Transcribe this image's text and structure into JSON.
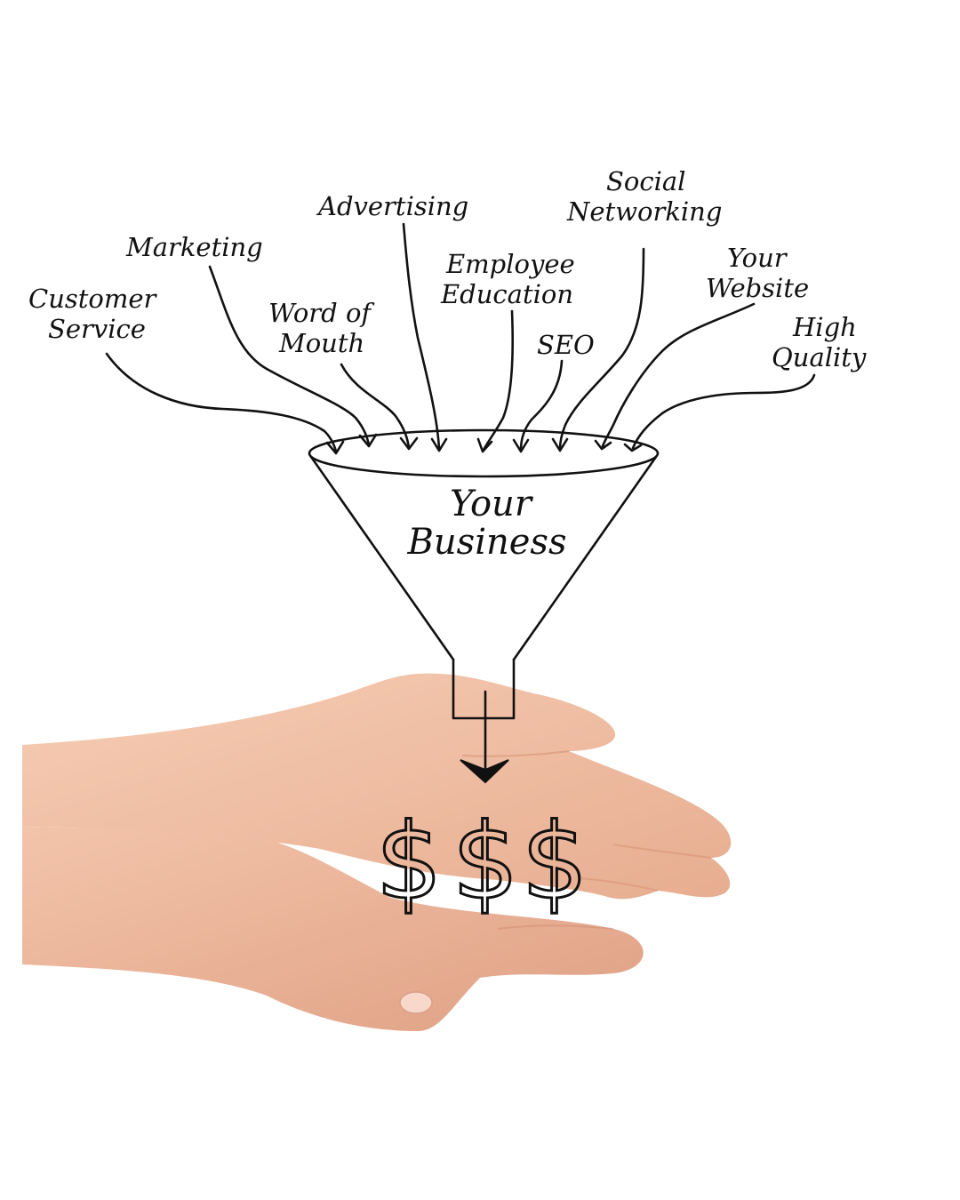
{
  "diagram": {
    "sources": [
      {
        "id": "customer-service",
        "lines": [
          "Customer",
          "Service"
        ]
      },
      {
        "id": "marketing",
        "lines": [
          "Marketing"
        ]
      },
      {
        "id": "word-of-mouth",
        "lines": [
          "Word of",
          "Mouth"
        ]
      },
      {
        "id": "advertising",
        "lines": [
          "Advertising"
        ]
      },
      {
        "id": "employee-education",
        "lines": [
          "Employee",
          "Education"
        ]
      },
      {
        "id": "seo",
        "lines": [
          "SEO"
        ]
      },
      {
        "id": "social-networking",
        "lines": [
          "Social",
          "Networking"
        ]
      },
      {
        "id": "your-website",
        "lines": [
          "Your",
          "Website"
        ]
      },
      {
        "id": "high-quality",
        "lines": [
          "High",
          "Quality"
        ]
      }
    ],
    "funnel": {
      "lines": [
        "Your",
        "Business"
      ]
    },
    "output": {
      "symbols": [
        "$",
        "$",
        "$"
      ]
    }
  },
  "colors": {
    "ink": "#111111",
    "skin": "#f2c2a8",
    "skin_shadow": "#dc9f83",
    "background": "#ffffff"
  }
}
